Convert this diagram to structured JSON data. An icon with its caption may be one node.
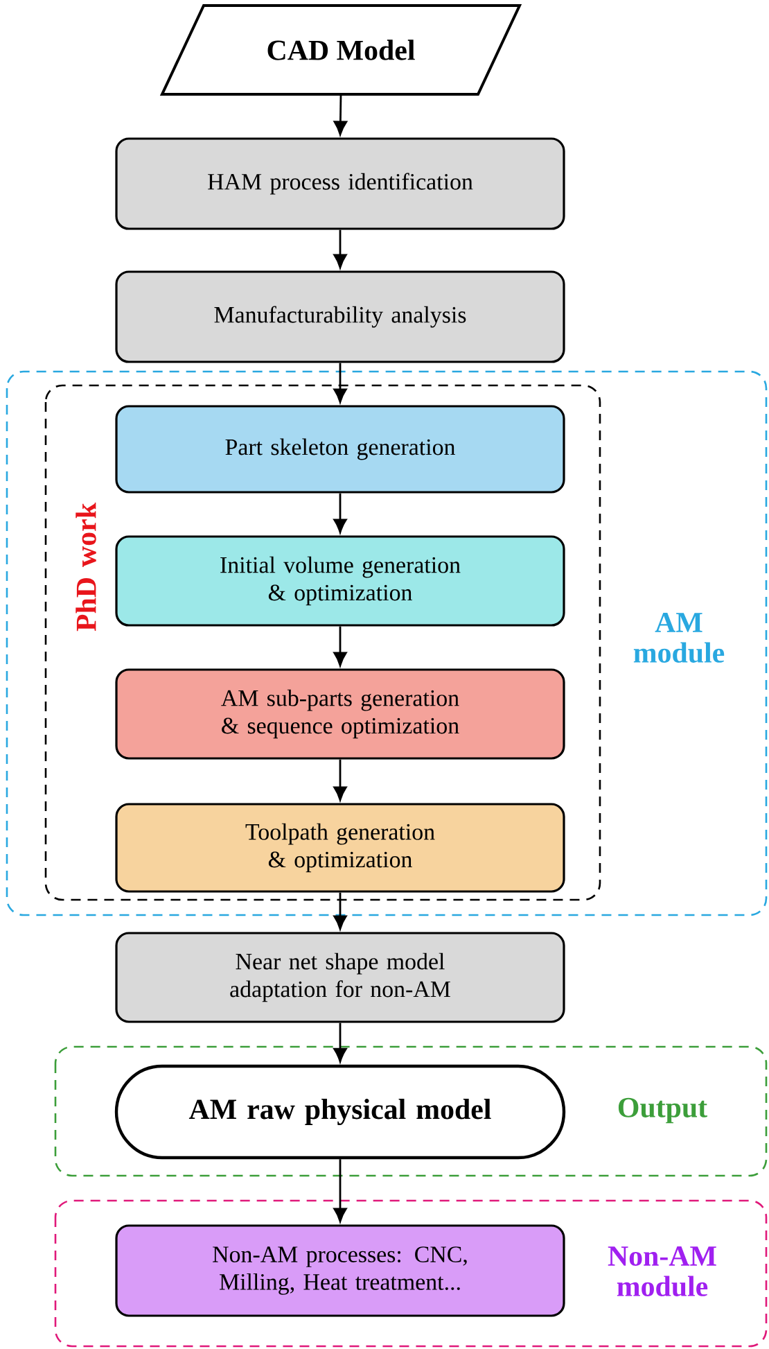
{
  "diagram": {
    "nodes": [
      {
        "text": [
          "CAD Model"
        ]
      },
      {
        "text": [
          "HAM process identification"
        ]
      },
      {
        "text": [
          "Manufacturability analysis"
        ]
      },
      {
        "text": [
          "AM module"
        ]
      },
      {
        "text": [
          "PhD work"
        ],
        "in": 3
      },
      {
        "text": [
          "Part skeleton generation"
        ],
        "in": 4
      },
      {
        "text": [
          "Initial volume generation & optimization"
        ],
        "in": 4
      },
      {
        "text": [
          "AM sub-parts generation & sequence optimization"
        ],
        "in": 4
      },
      {
        "text": [
          "Toolpath generation & optimization"
        ],
        "in": 4
      },
      {
        "text": [
          "Near net shape model adaptation for non-AM"
        ]
      },
      {
        "text": [
          "Output"
        ]
      },
      {
        "text": [
          "AM raw physical model"
        ],
        "in": 10
      },
      {
        "text": [
          "Non-AM module"
        ]
      },
      {
        "text": [
          "Non-AM processes: CNC, Milling, Heat treatment..."
        ],
        "in": 12
      }
    ],
    "edges": [
      {
        "from": 0,
        "to": 1,
        "arrow": "to"
      },
      {
        "from": 1,
        "to": 2,
        "arrow": "to"
      },
      {
        "from": 2,
        "to": 5,
        "arrow": "to"
      },
      {
        "from": 5,
        "to": 6,
        "arrow": "to"
      },
      {
        "from": 6,
        "to": 7,
        "arrow": "to"
      },
      {
        "from": 7,
        "to": 8,
        "arrow": "to"
      },
      {
        "from": 8,
        "to": 9,
        "arrow": "to"
      },
      {
        "from": 9,
        "to": 11,
        "arrow": "to"
      },
      {
        "from": 11,
        "to": 13,
        "arrow": "to"
      }
    ]
  }
}
